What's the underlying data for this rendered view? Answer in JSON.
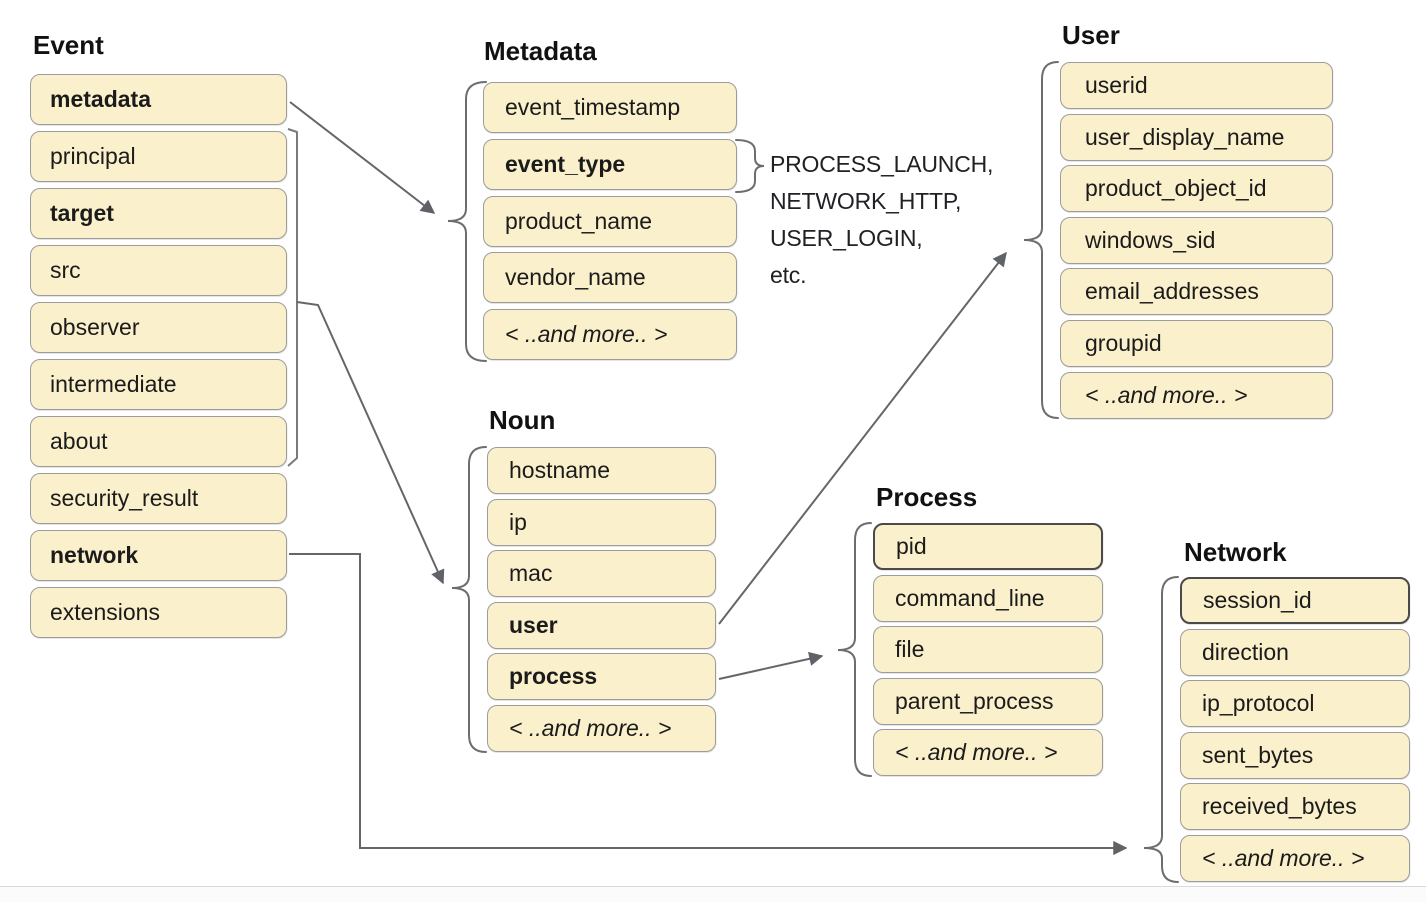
{
  "colors": {
    "box_fill": "#FBF0CC",
    "box_border": "#9c9c9c",
    "box_border_dark": "#4a4a4a",
    "connector": "#666666",
    "title_text": "#111111",
    "box_text": "#1b1b1b"
  },
  "groups": {
    "event": {
      "title": "Event",
      "items": [
        {
          "label": "metadata",
          "bold": true
        },
        {
          "label": "principal"
        },
        {
          "label": "target",
          "bold": true
        },
        {
          "label": "src"
        },
        {
          "label": "observer"
        },
        {
          "label": "intermediate"
        },
        {
          "label": "about"
        },
        {
          "label": "security_result"
        },
        {
          "label": "network",
          "bold": true
        },
        {
          "label": "extensions"
        }
      ]
    },
    "metadata": {
      "title": "Metadata",
      "items": [
        {
          "label": "event_timestamp"
        },
        {
          "label": "event_type",
          "bold": true
        },
        {
          "label": "product_name"
        },
        {
          "label": "vendor_name"
        },
        {
          "label": "< ..and more.. >",
          "italic": true
        }
      ]
    },
    "noun": {
      "title": "Noun",
      "items": [
        {
          "label": "hostname"
        },
        {
          "label": "ip"
        },
        {
          "label": "mac"
        },
        {
          "label": "user",
          "bold": true
        },
        {
          "label": "process",
          "bold": true
        },
        {
          "label": "< ..and more.. >",
          "italic": true
        }
      ]
    },
    "user": {
      "title": "User",
      "items": [
        {
          "label": "userid"
        },
        {
          "label": "user_display_name"
        },
        {
          "label": "product_object_id"
        },
        {
          "label": "windows_sid"
        },
        {
          "label": "email_addresses"
        },
        {
          "label": "groupid"
        },
        {
          "label": "< ..and more.. >",
          "italic": true
        }
      ]
    },
    "process": {
      "title": "Process",
      "items": [
        {
          "label": "pid",
          "dark": true
        },
        {
          "label": "command_line"
        },
        {
          "label": "file"
        },
        {
          "label": "parent_process"
        },
        {
          "label": "< ..and more.. >",
          "italic": true
        }
      ]
    },
    "network": {
      "title": "Network",
      "items": [
        {
          "label": "session_id",
          "dark": true
        },
        {
          "label": "direction"
        },
        {
          "label": "ip_protocol"
        },
        {
          "label": "sent_bytes"
        },
        {
          "label": "received_bytes"
        },
        {
          "label": "< ..and more.. >",
          "italic": true
        }
      ]
    }
  },
  "annotations": {
    "event_type_values": [
      "PROCESS_LAUNCH,",
      "NETWORK_HTTP,",
      "USER_LOGIN,",
      "etc."
    ]
  }
}
